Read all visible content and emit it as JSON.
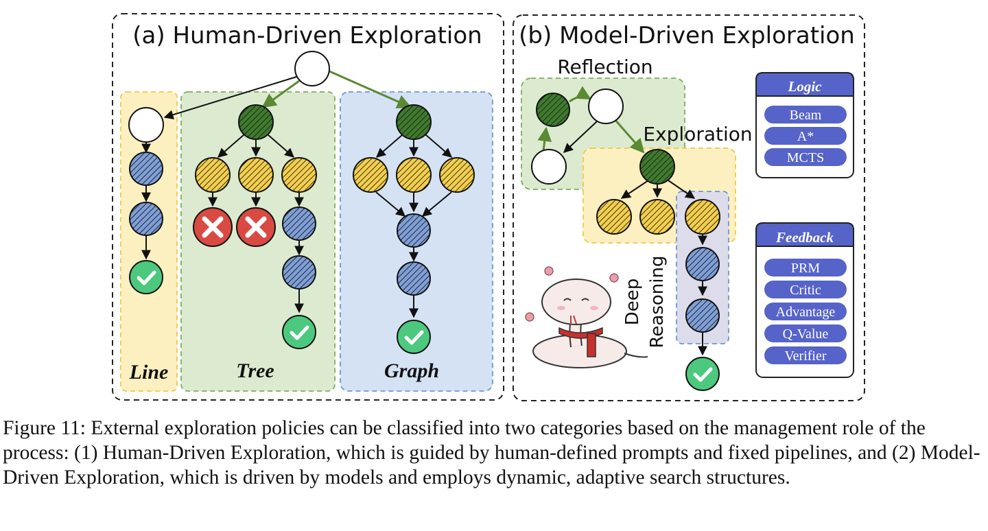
{
  "panel_a": {
    "title": "(a) Human-Driven Exploration",
    "line_label": "Line",
    "tree_label": "Tree",
    "graph_label": "Graph"
  },
  "panel_b": {
    "title": "(b) Model-Driven Exploration",
    "reflection_label": "Reflection",
    "exploration_label": "Exploration",
    "deep_reasoning_label_1": "Deep",
    "deep_reasoning_label_2": "Reasoning",
    "logic": {
      "title": "Logic",
      "items": [
        "Beam",
        "A*",
        "MCTS"
      ]
    },
    "feedback": {
      "title": "Feedback",
      "items": [
        "PRM",
        "Critic",
        "Advantage",
        "Q-Value",
        "Verifier"
      ]
    }
  },
  "caption": "Figure 11: External exploration policies can be classified into two categories based on the management role of the process: (1) Human-Driven Exploration, which is guided by human-defined prompts and fixed pipelines, and (2) Model-Driven Exploration, which is driven by models and employs dynamic, adaptive search structures.",
  "colors": {
    "green_node": "#3f7a2e",
    "yellow_node": "#f3cf4f",
    "blue_node": "#7f9fd6",
    "red_node": "#d94a43",
    "check_node": "#4cc97e",
    "yellow_region": "#fdf0c0",
    "green_region": "#dcebd0",
    "blue_region": "#d5e2f4",
    "purple_header": "#5663c8",
    "arrow_green": "#5a8a34"
  },
  "icons": {
    "fail": "cross-icon",
    "success": "checkmark-icon",
    "mascot": "snake-mascot-icon"
  }
}
